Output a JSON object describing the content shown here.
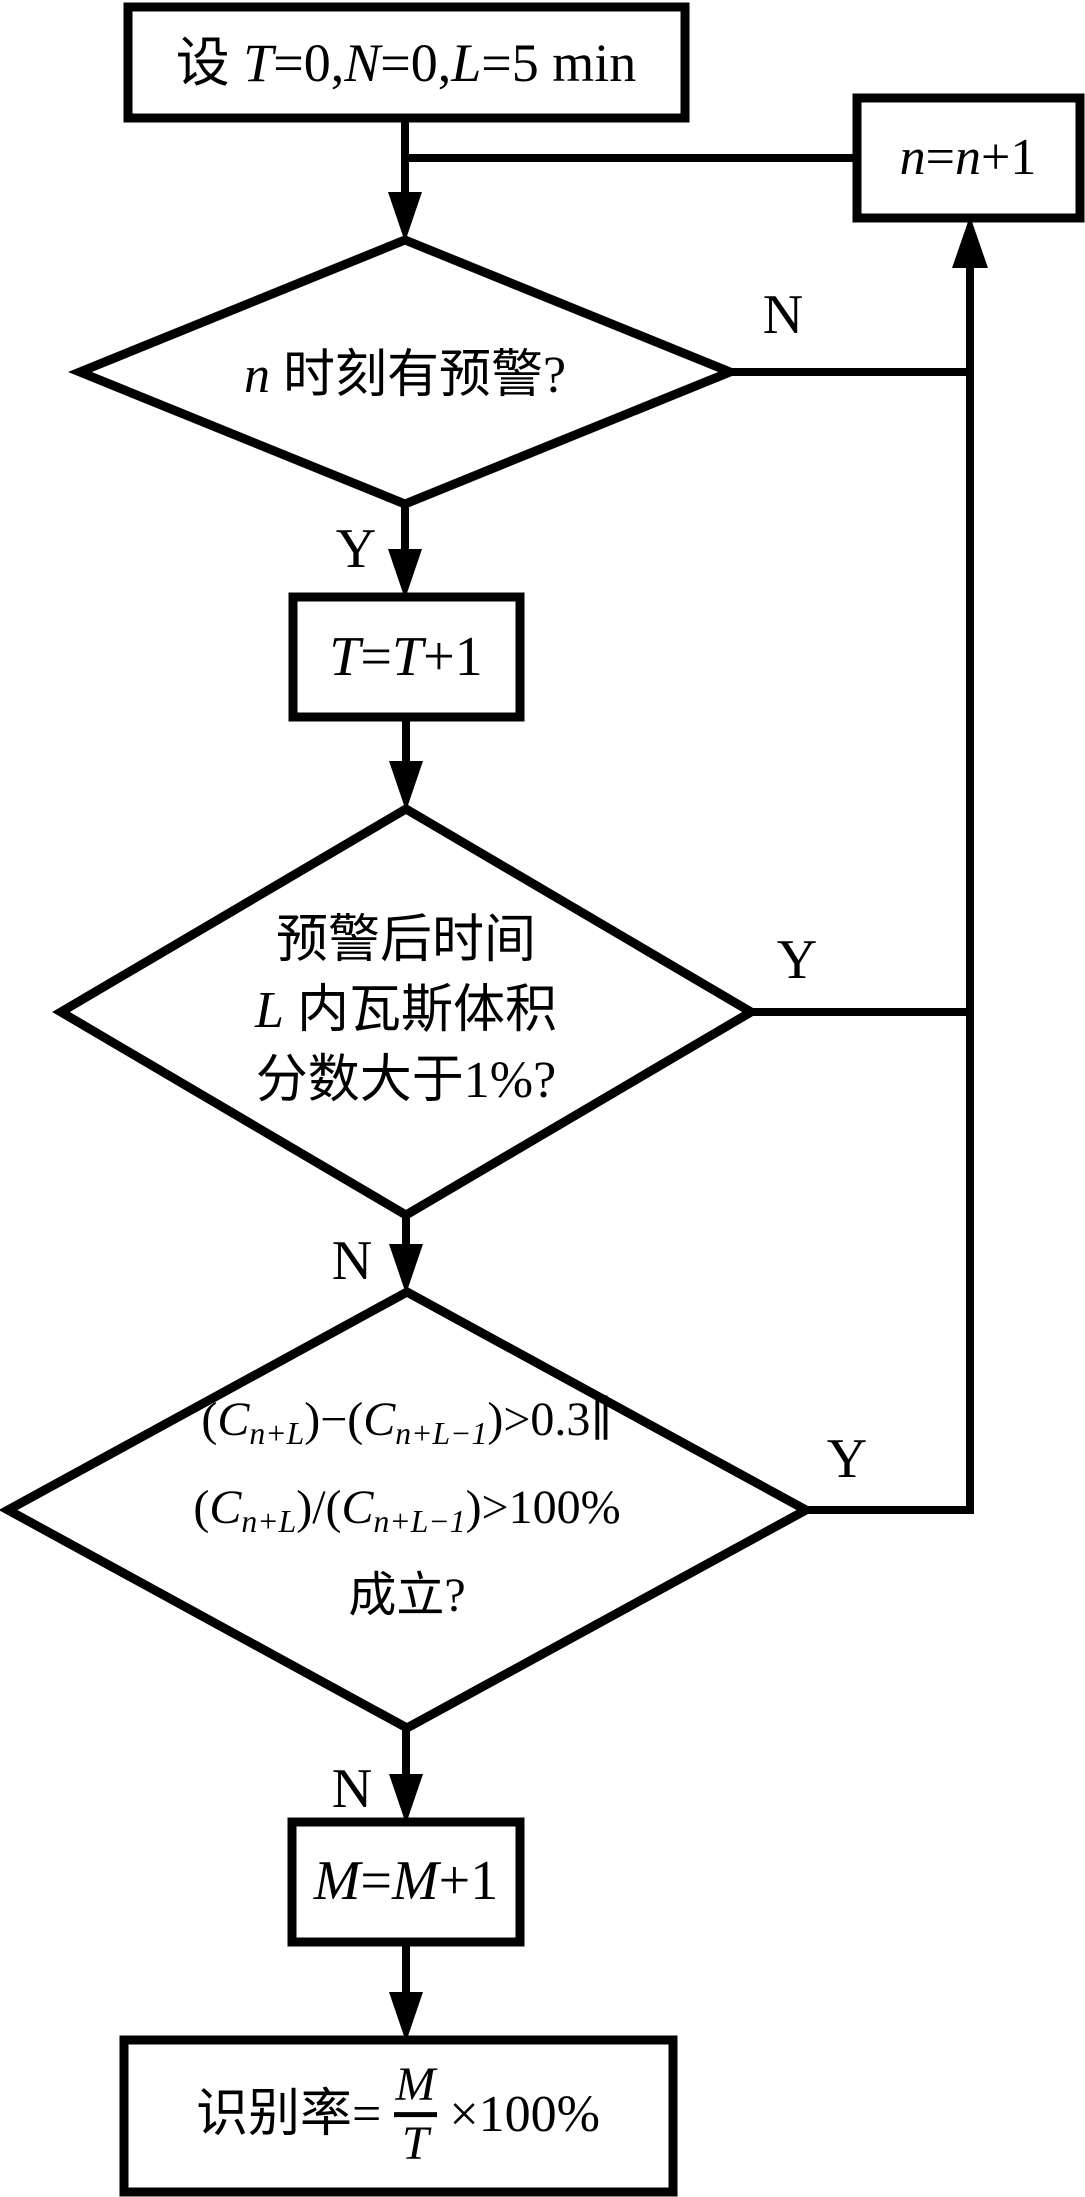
{
  "colors": {
    "ink": "#000000",
    "background": "#ffffff"
  },
  "nodes": {
    "init": {
      "f1": "设 ",
      "f2": "T",
      "f3": "=0,",
      "f4": "N",
      "f5": "=0,",
      "f6": "L",
      "f7": "=5 min"
    },
    "inc_n": {
      "f1": "n",
      "f2": "=",
      "f3": "n",
      "f4": "+1"
    },
    "d1": {
      "f1": "n",
      "f2": " 时刻有预警?"
    },
    "inc_t": {
      "f1": "T",
      "f2": "=",
      "f3": "T",
      "f4": "+1"
    },
    "d2": {
      "line1": "预警后时间",
      "line2a": "L",
      "line2b": " 内瓦斯体积",
      "line3": "分数大于1%?"
    },
    "d3": {
      "l1a": "(",
      "l1b": "C",
      "l1c": "n+L",
      "l1d": ")−(",
      "l1e": "C",
      "l1f": "n+L−1",
      "l1g": ")>0.3∥",
      "l2a": "(",
      "l2b": "C",
      "l2c": "n+L",
      "l2d": ")/(",
      "l2e": "C",
      "l2f": "n+L−1",
      "l2g": ")>100%",
      "l3": "成立?"
    },
    "inc_m": {
      "f1": "M",
      "f2": "=",
      "f3": "M",
      "f4": "+1"
    },
    "result": {
      "prefix": "识别率=",
      "num": "M",
      "den": "T",
      "suffix": "×100%"
    }
  },
  "branch_labels": {
    "d1_n": "N",
    "d1_y": "Y",
    "d2_y": "Y",
    "d2_n": "N",
    "d3_y": "Y",
    "d3_n": "N"
  }
}
